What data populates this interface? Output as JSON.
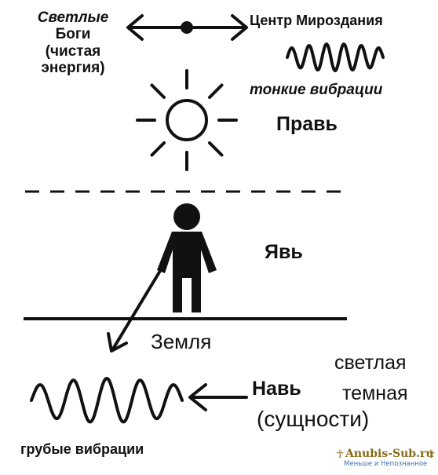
{
  "texts": {
    "gods_lines": [
      "Светлые",
      "Боги",
      "(чистая",
      "энергия)"
    ],
    "center_of_universe": "Центр Мироздания",
    "fine_vibrations": "тонкие вибрации",
    "prav": "Правь",
    "yav": "Явь",
    "earth": "Земля",
    "nav": "Навь",
    "light": "светлая",
    "dark": "темная",
    "entities": "(сущности)",
    "coarse_vibrations": "грубые вибрации"
  },
  "watermark": {
    "site": "Anubis-Sub.ru",
    "tagline": "Меньше и Непознанное",
    "brand_color": "#8a6a1a",
    "tagline_color": "#3b6fb0"
  },
  "colors": {
    "ink": "#111111",
    "background": "#ffffff"
  },
  "icons": [
    "double-arrow-icon",
    "wave-icon",
    "sun-icon",
    "person-icon",
    "arrow-icon"
  ]
}
